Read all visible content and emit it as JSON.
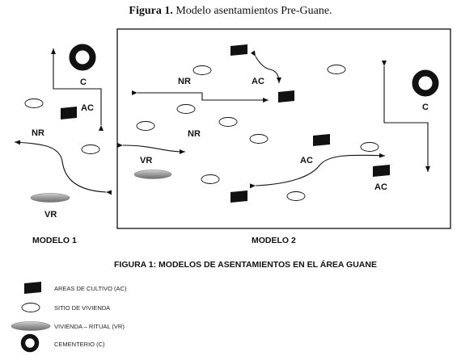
{
  "header": {
    "prefix": "Figura 1.",
    "title": "Modelo asentamientos Pre-Guane."
  },
  "labels": {
    "m1_c": "C",
    "m1_ac": "AC",
    "m1_nr": "NR",
    "m1_vr": "VR",
    "m2_nr_top": "NR",
    "m2_ac_top": "AC",
    "m2_c": "C",
    "m2_nr_mid": "NR",
    "m2_vr": "VR",
    "m2_ac_mid": "AC",
    "m2_ac_right": "AC"
  },
  "captions": {
    "modelo1": "MODELO 1",
    "modelo2": "MODELO 2",
    "figure": "FIGURA 1: MODELOS DE ASENTAMIENTOS EN EL ÁREA GUANE"
  },
  "legend": [
    {
      "symbol": "area-cultivo",
      "label": "AREAS DE CULTIVO (AC)"
    },
    {
      "symbol": "sitio-vivienda",
      "label": "SITIO DE VIVIENDA"
    },
    {
      "symbol": "vivienda-ritual",
      "label": "VIVIENDA – RITUAL (VR)"
    },
    {
      "symbol": "cementerio",
      "label": "CEMENTERIO (C)"
    }
  ],
  "colors": {
    "ink": "#111111",
    "ritual_fill": "#a9a9a9"
  }
}
